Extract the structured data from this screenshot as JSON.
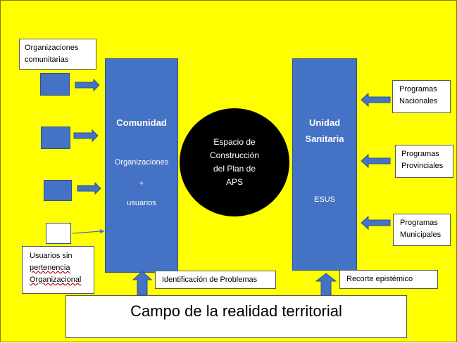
{
  "left_boxes": {
    "org_comunitarias": [
      "Organizaciones",
      "comunitarias"
    ],
    "usuarios_sin": [
      "Usuarios sin",
      "pertenencia",
      "Organizacional"
    ]
  },
  "comunidad": {
    "title": "Comunidad",
    "line1": "Organizaciones",
    "line2": "+",
    "line3": "usuarios"
  },
  "center": {
    "lines": [
      "Espacio de",
      "Construcción",
      "del Plan de",
      "APS"
    ]
  },
  "unidad": {
    "title": [
      "Unidad",
      "Sanitaria"
    ],
    "sub": "ESUS"
  },
  "right_boxes": [
    [
      "Programas",
      "Nacionales"
    ],
    [
      "Programas",
      "Provinciales"
    ],
    [
      "Programas",
      "Municipales"
    ]
  ],
  "labels": {
    "identificacion": "Identificación de Problemas",
    "recorte": "Recorte epistémico"
  },
  "bottom": {
    "title": "Campo de la realidad territorial"
  },
  "colors": {
    "background": "#ffff00",
    "blue": "#4472c4",
    "circle": "#000000"
  }
}
